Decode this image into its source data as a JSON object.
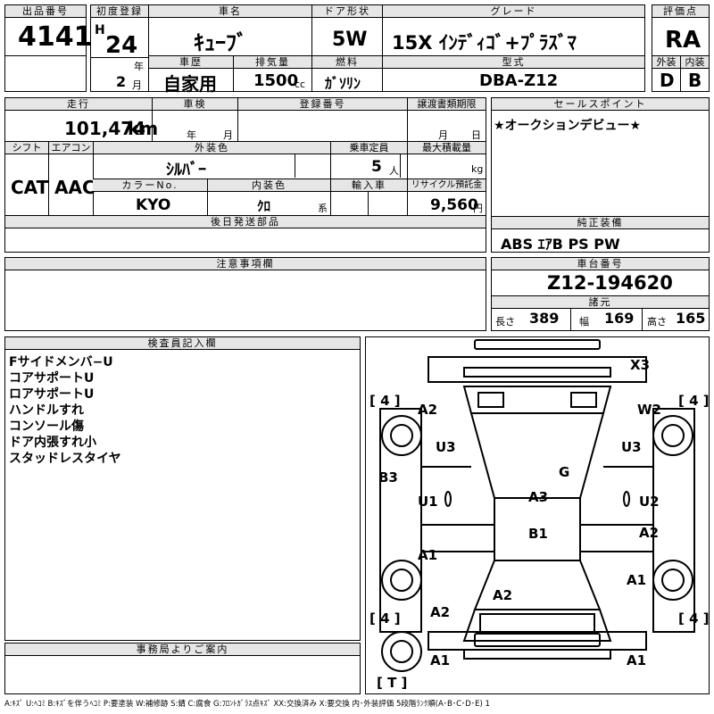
{
  "header": {
    "lot_label": "出品番号",
    "lot_no": "4141",
    "first_reg_label": "初度登録",
    "era": "H",
    "year": "24",
    "year_unit": "年",
    "month": "2",
    "month_unit": "月",
    "name_label": "車名",
    "name": "ｷｭｰﾌﾞ",
    "door_label": "ドア形状",
    "door": "5W",
    "grade_label": "グレード",
    "grade": "15X ｲﾝﾃﾞｨｺﾞ+ﾌﾟﾗｽﾞﾏ",
    "score_label": "評価点",
    "score": "RA",
    "history_label": "車歴",
    "history": "自家用",
    "disp_label": "排気量",
    "disp": "1500",
    "disp_unit": "cc",
    "fuel_label": "燃料",
    "fuel": "ｶﾞｿﾘﾝ",
    "model_label": "型式",
    "model": "DBA-Z12",
    "ext_label": "外装",
    "ext": "D",
    "int_label": "内装",
    "int": "B"
  },
  "row2": {
    "mileage_label": "走行",
    "mileage": "101,474",
    "mileage_unit": "km",
    "inspect_label": "車検",
    "inspect_year_unit": "年",
    "inspect_month_unit": "月",
    "reg_label": "登録番号",
    "transfer_label": "譲渡書類期限",
    "transfer_month_unit": "月",
    "transfer_day_unit": "日",
    "sales_label": "セールスポイント",
    "sales": "★オークションデビュー★",
    "shift_label": "シフト",
    "shift": "CAT",
    "ac_label": "エアコン",
    "ac": "AAC",
    "color_label": "外装色",
    "color": "ｼﾙﾊﾞｰ",
    "capacity_label": "乗車定員",
    "capacity": "5",
    "capacity_unit": "人",
    "load_label": "最大積載量",
    "load_unit": "kg",
    "colorno_label": "カラーNo.",
    "colorno": "KYO",
    "intcolor_label": "内装色",
    "intcolor": "ｸﾛ",
    "intcolor_unit": "系",
    "import_label": "輸入車",
    "recycle_label": "リサイクル預託金",
    "recycle": "9,560",
    "recycle_unit": "円",
    "later_label": "後日発送部品",
    "equip_label": "純正装備",
    "equip": "ABS ｴｱB PS PW",
    "caution_label": "注意事項欄",
    "chassis_label": "車台番号",
    "chassis": "Z12-194620",
    "dims_label": "諸元",
    "len_label": "長さ",
    "len": "389",
    "wid_label": "幅",
    "wid": "169",
    "hei_label": "高さ",
    "hei": "165"
  },
  "inspector": {
    "label": "検査員記入欄",
    "lines": [
      "Fサイドメンバ−U",
      "コアサポートU",
      "ロアサポートU",
      "ハンドルすれ",
      "コンソール傷",
      "ドア内張すれ小",
      "スタッドレスタイヤ"
    ]
  },
  "diagram": {
    "tires": [
      "4",
      "4",
      "4",
      "4",
      "T"
    ],
    "marks": [
      "X3",
      "A2",
      "W2",
      "U3",
      "U3",
      "B3",
      "G",
      "U1",
      "A3",
      "U2",
      "B1",
      "A2",
      "A1",
      "A1",
      "A2",
      "A2",
      "A1",
      "A1"
    ]
  },
  "office": {
    "label": "事務局よりご案内"
  },
  "legend": "A:ｷｽﾞ U:ﾍｺﾐ B:ｷｽﾞを伴うﾍｺﾐ P:要塗装 W:補修跡 S:錆 C:腐食 G:ﾌﾛﾝﾄｶﾞﾗｽ点ｷｽﾞ XX:交換済み X:要交換 内･外装評価 5段階ﾗﾝｸ順(A･B･C･D･E) 1"
}
